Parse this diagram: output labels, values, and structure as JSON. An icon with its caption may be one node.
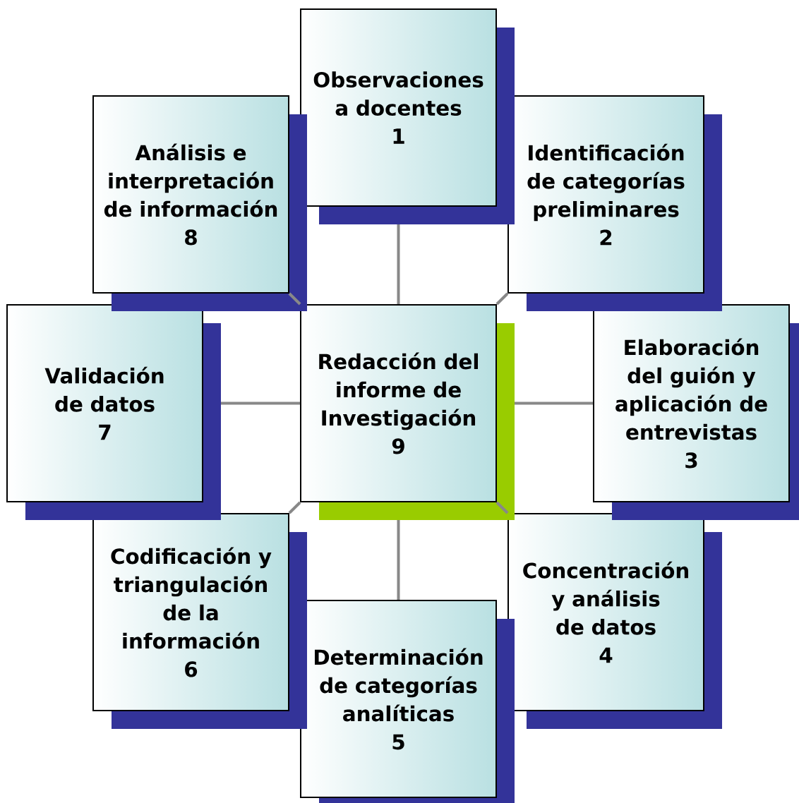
{
  "diagram": {
    "nodes": [
      {
        "text": [
          "Observaciones a docentes",
          "1"
        ]
      },
      {
        "text": [
          "Identificación de categorías preliminares",
          "2"
        ]
      },
      {
        "text": [
          "Elaboración del guión y aplicación de entrevistas",
          "3"
        ]
      },
      {
        "text": [
          "Concentración y análisis de datos",
          "4"
        ]
      },
      {
        "text": [
          "Determinación de categorías analíticas",
          "5"
        ]
      },
      {
        "text": [
          "Codificación y triangulación de la información",
          "6"
        ]
      },
      {
        "text": [
          "Validación de datos",
          "7"
        ]
      },
      {
        "text": [
          "Análisis e interpretación de información",
          "8"
        ]
      },
      {
        "text": [
          "Redacción del informe de Investigación",
          "9"
        ]
      }
    ],
    "edges": [
      {
        "from": 8,
        "to": 0,
        "arrow": "none"
      },
      {
        "from": 8,
        "to": 1,
        "arrow": "none"
      },
      {
        "from": 8,
        "to": 2,
        "arrow": "none"
      },
      {
        "from": 8,
        "to": 3,
        "arrow": "none"
      },
      {
        "from": 8,
        "to": 4,
        "arrow": "none"
      },
      {
        "from": 8,
        "to": 5,
        "arrow": "none"
      },
      {
        "from": 8,
        "to": 6,
        "arrow": "none"
      },
      {
        "from": 8,
        "to": 7,
        "arrow": "none"
      }
    ]
  }
}
